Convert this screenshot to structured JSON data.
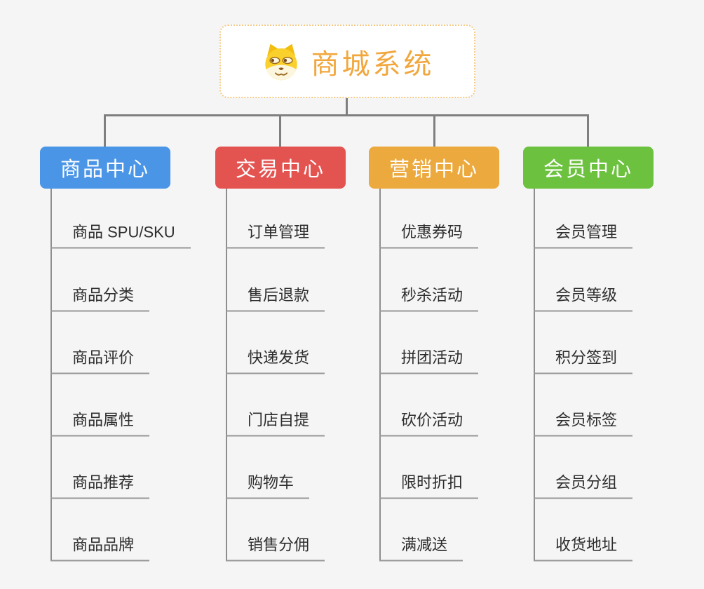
{
  "root": {
    "title": "商城系统",
    "icon": "shiba-dog-icon",
    "title_color": "#f1a73d",
    "border_color": "#f4ca85"
  },
  "connector_color": "#7f7f7f",
  "branches": [
    {
      "label": "商品中心",
      "color": "#4a95e6",
      "children": [
        "商品 SPU/SKU",
        "商品分类",
        "商品评价",
        "商品属性",
        "商品推荐",
        "商品品牌"
      ]
    },
    {
      "label": "交易中心",
      "color": "#e35451",
      "children": [
        "订单管理",
        "售后退款",
        "快递发货",
        "门店自提",
        "购物车",
        "销售分佣"
      ]
    },
    {
      "label": "营销中心",
      "color": "#eca93d",
      "children": [
        "优惠券码",
        "秒杀活动",
        "拼团活动",
        "砍价活动",
        "限时折扣",
        "满减送"
      ]
    },
    {
      "label": "会员中心",
      "color": "#6cc13f",
      "children": [
        "会员管理",
        "会员等级",
        "积分签到",
        "会员标签",
        "会员分组",
        "收货地址"
      ]
    }
  ]
}
